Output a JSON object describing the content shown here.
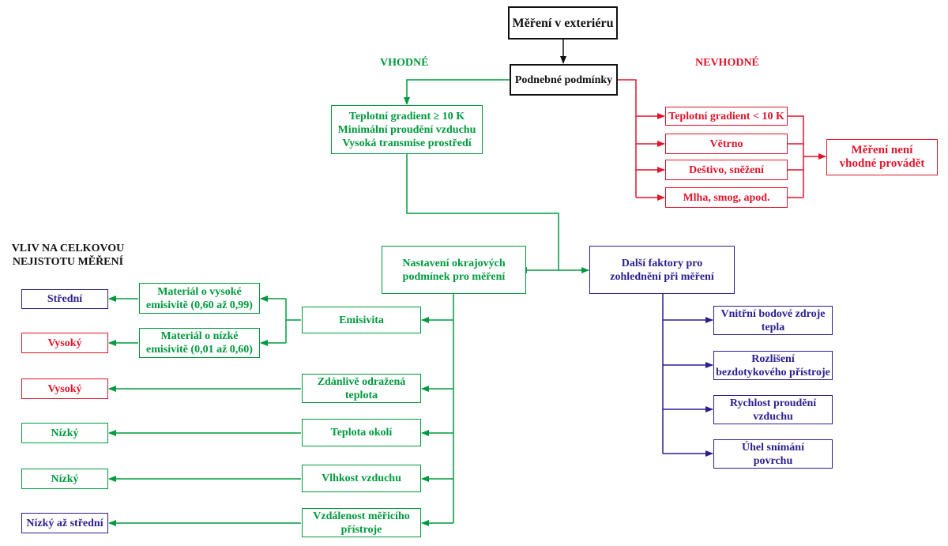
{
  "title": "Měření v exteriéru",
  "root": "Podnebné podmínky",
  "suitable_label": "VHODNÉ",
  "unsuitable_label": "NEVHODNÉ",
  "suitable_conditions": "Teplotní gradient ≥ 10 K\nMinimální proudění vzduchu\nVysoká transmise prostředí",
  "unsuitable": {
    "items": [
      "Teplotní gradient < 10 K",
      "Větrno",
      "Deštivo, sněžení",
      "Mlha, smog, apod."
    ],
    "result": "Měření není\nvhodné provádět"
  },
  "impact_heading": "VLIV NA CELKOVOU\nNEJISTOTU MĚŘENÍ",
  "boundary": "Nastavení okrajových\npodmínek pro měření",
  "other_factors": {
    "title": "Další faktory pro\nzohlednění při měření",
    "items": [
      "Vnitřní bodové zdroje\ntepla",
      "Rozlišení\nbezdotykového přístroje",
      "Rychlost proudění\nvzduchu",
      "Úhel snímání\npovrchu"
    ]
  },
  "emissivity": {
    "label": "Emisivita",
    "high": "Materiál o vysoké\nemisivitě (0,60 až 0,99)",
    "low": "Materiál o nízké\nemisivitě (0,01 až 0,60)"
  },
  "parameters": [
    "Zdánlivě odražená\nteplota",
    "Teplota okolí",
    "Vlhkost vzduchu",
    "Vzdálenost měřicího\npřístroje"
  ],
  "uncertainty": [
    "Střední",
    "Vysoký",
    "Vysoký",
    "Nízký",
    "Nízký",
    "Nízký až střední"
  ],
  "colors": {
    "green": "#009a3e",
    "red": "#e0142c",
    "blue": "#2a1f8f",
    "black": "#111111"
  }
}
